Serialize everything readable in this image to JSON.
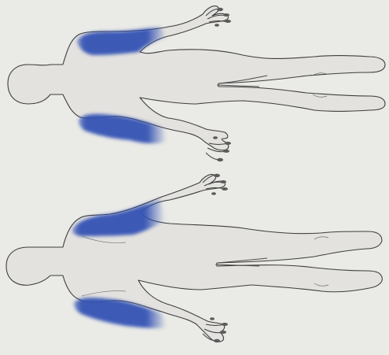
{
  "figure": {
    "background_color": "#eaeae6",
    "body_fill": "#e4e2df",
    "body_outline": "#3a3a3a",
    "highlight_color": "#2f4fb2",
    "figures": [
      {
        "view": "upper",
        "highlighted_regions": [
          "upper-arm-left",
          "upper-arm-right"
        ]
      },
      {
        "view": "lower",
        "highlighted_regions": [
          "upper-arm-left",
          "upper-arm-right"
        ]
      }
    ]
  }
}
